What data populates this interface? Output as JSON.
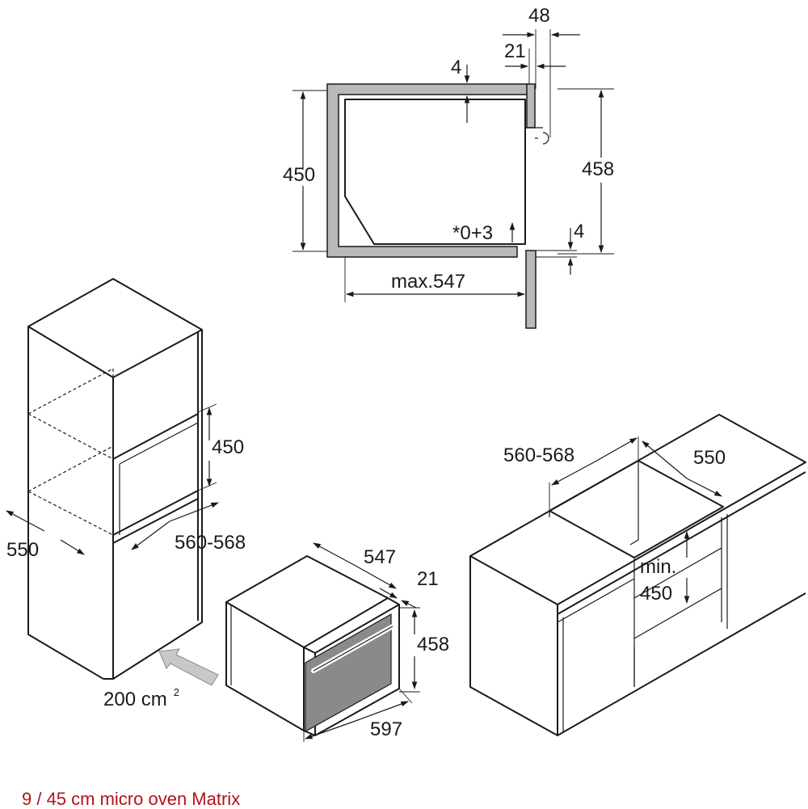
{
  "colors": {
    "caption": "#b5121b",
    "wall": "#b9b9b9",
    "glass": "#8a8a8a",
    "arrow": "#c8c8c8"
  },
  "section": {
    "dims": {
      "top_total": "48",
      "top_offset": "21",
      "top_gap": "4",
      "height_inner": "450",
      "height_outer": "458",
      "tolerance": "*0+3",
      "bottom_gap": "4",
      "depth": "max.547"
    }
  },
  "column": {
    "dims": {
      "height": "450",
      "depth": "550",
      "width": "560-568"
    },
    "ventilation": {
      "value": "200 cm",
      "unit_superscript": "2"
    }
  },
  "appliance": {
    "dims": {
      "depth": "547",
      "front": "21",
      "height": "458",
      "width": "597"
    }
  },
  "undercounter": {
    "dims": {
      "width": "560-568",
      "depth": "550",
      "height_label": "min.",
      "height_value": "450"
    }
  },
  "caption": "9 / 45 cm micro oven Matrix"
}
